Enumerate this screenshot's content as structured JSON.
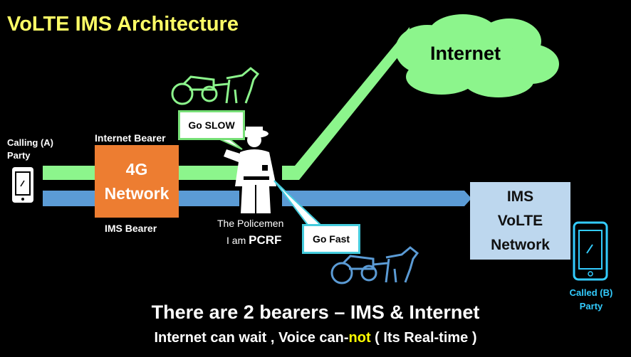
{
  "title": "VoLTE IMS Architecture",
  "calling": {
    "line1": "Calling (A)",
    "line2": "Party"
  },
  "called": {
    "line1": "Called (B)",
    "line2": "Party"
  },
  "internet_bearer_label": "Internet Bearer",
  "ims_bearer_label": "IMS Bearer",
  "network_4g": {
    "line1": "4G",
    "line2": "Network"
  },
  "ims_network": {
    "line1": "IMS",
    "line2": "VoLTE",
    "line3": "Network"
  },
  "cloud_label": "Internet",
  "go_slow": "Go SLOW",
  "go_fast": "Go Fast",
  "policeman": {
    "line1": "The Policemen",
    "line2_prefix": "I am ",
    "line2_bold": "PCRF"
  },
  "footer": {
    "line1": "There are 2 bearers – IMS & Internet",
    "line2_a": "Internet can wait , Voice can-",
    "line2_highlight": "not",
    "line2_b": " ( Its Real-time )"
  },
  "colors": {
    "title": "#ffff66",
    "internet_bearer": "#8cf58c",
    "ims_bearer": "#5b9bd5",
    "box_4g": "#ed7d31",
    "box_ims": "#bdd7ee",
    "called_party": "#33ccff"
  }
}
